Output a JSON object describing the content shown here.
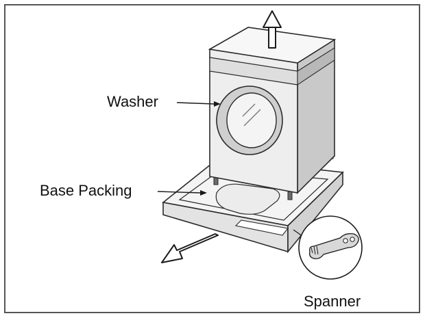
{
  "labels": {
    "washer": "Washer",
    "base_packing": "Base Packing",
    "spanner": "Spanner"
  },
  "icons": {
    "lift_arrow": "arrow-up-icon",
    "remove_arrow": "arrow-down-left-icon"
  },
  "colors": {
    "line": "#2a2a2a",
    "fill_light": "#f2f2f2",
    "fill_mid": "#dcdcdc",
    "fill_dark": "#bdbdbd"
  }
}
